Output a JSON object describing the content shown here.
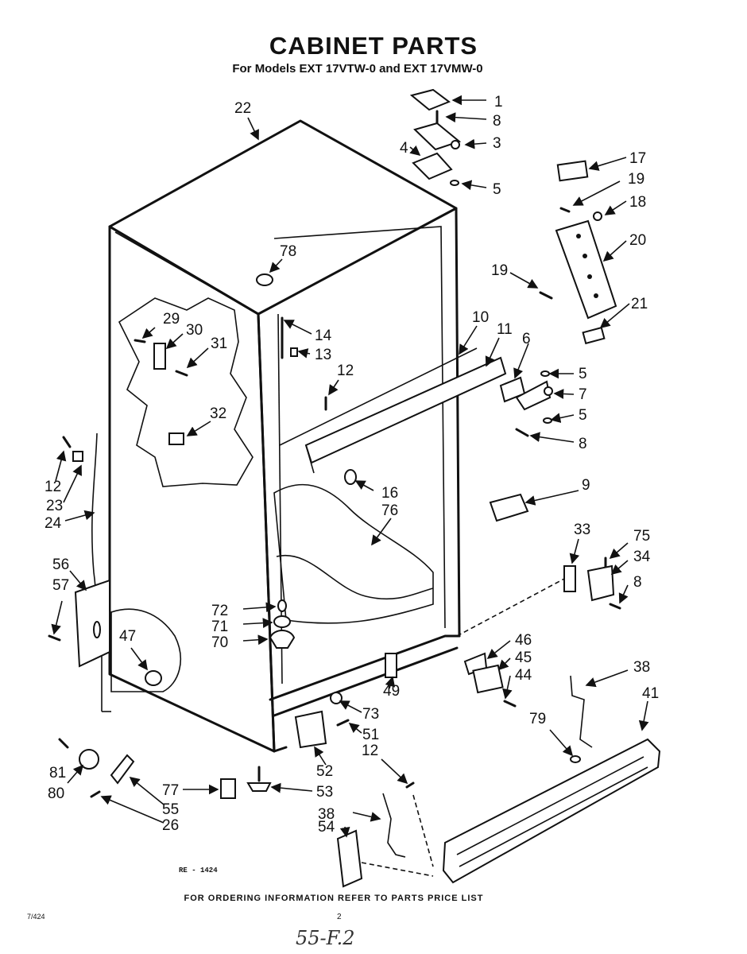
{
  "title": "CABINET PARTS",
  "subtitle": "For Models EXT 17VTW-0 and EXT 17VMW-0",
  "drawing_number": "RE - 1424",
  "footer_note": "FOR ORDERING INFORMATION REFER TO PARTS PRICE LIST",
  "corner_code": "7/424",
  "page_number": "2",
  "handwritten_note": "55-F.2",
  "callouts": [
    {
      "id": "c1",
      "label": "1"
    },
    {
      "id": "c8a",
      "label": "8"
    },
    {
      "id": "c4",
      "label": "4"
    },
    {
      "id": "c3",
      "label": "3"
    },
    {
      "id": "c5a",
      "label": "5"
    },
    {
      "id": "c22",
      "label": "22"
    },
    {
      "id": "c17",
      "label": "17"
    },
    {
      "id": "c19a",
      "label": "19"
    },
    {
      "id": "c18",
      "label": "18"
    },
    {
      "id": "c20",
      "label": "20"
    },
    {
      "id": "c19b",
      "label": "19"
    },
    {
      "id": "c21",
      "label": "21"
    },
    {
      "id": "c78",
      "label": "78"
    },
    {
      "id": "c29",
      "label": "29"
    },
    {
      "id": "c30",
      "label": "30"
    },
    {
      "id": "c31",
      "label": "31"
    },
    {
      "id": "c14",
      "label": "14"
    },
    {
      "id": "c13",
      "label": "13"
    },
    {
      "id": "c12a",
      "label": "12"
    },
    {
      "id": "c10",
      "label": "10"
    },
    {
      "id": "c11",
      "label": "11"
    },
    {
      "id": "c6",
      "label": "6"
    },
    {
      "id": "c5b",
      "label": "5"
    },
    {
      "id": "c7",
      "label": "7"
    },
    {
      "id": "c5c",
      "label": "5"
    },
    {
      "id": "c8b",
      "label": "8"
    },
    {
      "id": "c32",
      "label": "32"
    },
    {
      "id": "c12b",
      "label": "12"
    },
    {
      "id": "c23",
      "label": "23"
    },
    {
      "id": "c24",
      "label": "24"
    },
    {
      "id": "c16",
      "label": "16"
    },
    {
      "id": "c76",
      "label": "76"
    },
    {
      "id": "c9",
      "label": "9"
    },
    {
      "id": "c33",
      "label": "33"
    },
    {
      "id": "c75",
      "label": "75"
    },
    {
      "id": "c34",
      "label": "34"
    },
    {
      "id": "c8c",
      "label": "8"
    },
    {
      "id": "c56",
      "label": "56"
    },
    {
      "id": "c57",
      "label": "57"
    },
    {
      "id": "c72",
      "label": "72"
    },
    {
      "id": "c71",
      "label": "71"
    },
    {
      "id": "c70",
      "label": "70"
    },
    {
      "id": "c47",
      "label": "47"
    },
    {
      "id": "c46",
      "label": "46"
    },
    {
      "id": "c45",
      "label": "45"
    },
    {
      "id": "c44",
      "label": "44"
    },
    {
      "id": "c38a",
      "label": "38"
    },
    {
      "id": "c49",
      "label": "49"
    },
    {
      "id": "c41",
      "label": "41"
    },
    {
      "id": "c73",
      "label": "73"
    },
    {
      "id": "c51",
      "label": "51"
    },
    {
      "id": "c79",
      "label": "79"
    },
    {
      "id": "c12c",
      "label": "12"
    },
    {
      "id": "c52",
      "label": "52"
    },
    {
      "id": "c81",
      "label": "81"
    },
    {
      "id": "c80",
      "label": "80"
    },
    {
      "id": "c77",
      "label": "77"
    },
    {
      "id": "c53",
      "label": "53"
    },
    {
      "id": "c55",
      "label": "55"
    },
    {
      "id": "c26",
      "label": "26"
    },
    {
      "id": "c38b",
      "label": "38"
    },
    {
      "id": "c54",
      "label": "54"
    }
  ]
}
